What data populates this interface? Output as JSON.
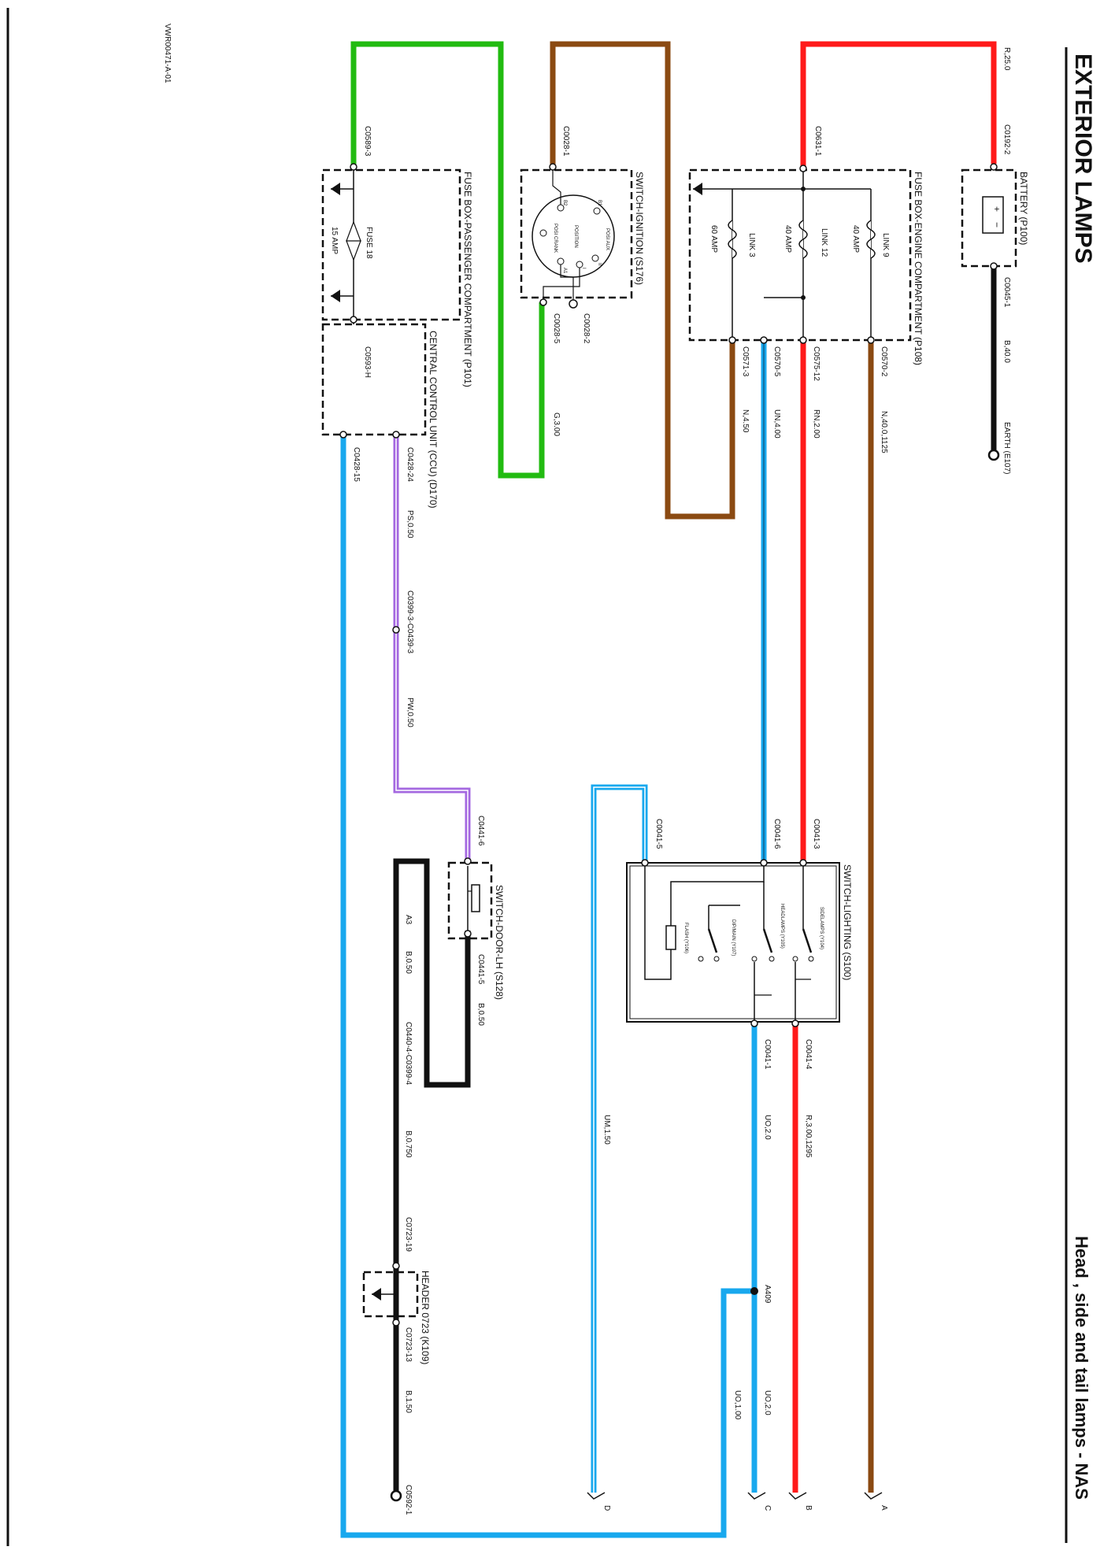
{
  "sheet": {
    "ref_code": "VWR00471-A-01",
    "section_title": "EXTERIOR LAMPS",
    "page_title": "Head , side and tail lamps - NAS"
  },
  "components": {
    "battery": {
      "name": "BATTERY (P100)"
    },
    "fuse_engine": {
      "name": "FUSE BOX-ENGINE COMPARTMENT (P108)",
      "links": [
        {
          "id": "LINK 9",
          "rating": "40 AMP"
        },
        {
          "id": "LINK 12",
          "rating": "40 AMP"
        },
        {
          "id": "LINK 3",
          "rating": "60 AMP"
        }
      ]
    },
    "ignition": {
      "name": "SWITCH-IGNITION (S176)",
      "positions": [
        "POSI AUX",
        "POSITION",
        "POSI CRANK",
        "B1",
        "B2",
        "II",
        "I",
        "A1"
      ]
    },
    "fuse_pass": {
      "name": "FUSE BOX-PASSENGER COMPARTMENT (P101)",
      "fuse": "FUSE 18",
      "rating": "15 AMP"
    },
    "ccu": {
      "name": "CENTRAL CONTROL UNIT (CCU) (D170)"
    },
    "lighting": {
      "name": "SWITCH-LIGHTING (S100)",
      "contacts": [
        "SIDELAMPS (Y104)",
        "HEADLAMPS (Y105)",
        "DIP/MAIN (Y107)",
        "FLASH (Y106)"
      ]
    },
    "door": {
      "name": "SWITCH-DOOR-LH (S128)"
    },
    "header": {
      "name": "HEADER 0723 (K109)"
    },
    "earth": {
      "name": "EARTH (E107)"
    }
  },
  "connectors": {
    "c0192_2": "C0192-2",
    "c0045_1": "C0045-1",
    "c0631_1": "C0631-1",
    "c0570_2": "C0570-2",
    "c0575_12": "C0575-12",
    "c0570_5": "C0570-5",
    "c0571_3": "C0571-3",
    "c0028_1": "C0028-1",
    "c0028_2": "C0028-2",
    "c0028_5": "C0028-5",
    "c0589_3": "C0589-3",
    "c0593_h": "C0593-H",
    "c0428_24": "C0428-24",
    "c0428_15": "C0428-15",
    "c0399_3": "C0399-3-C0439-3",
    "c0041_3": "C0041-3",
    "c0041_6": "C0041-6",
    "c0041_5": "C0041-5",
    "c0041_4": "C0041-4",
    "c0041_1": "C0041-1",
    "c0441_6": "C0441-6",
    "c0441_5": "C0441-5",
    "c0440_4": "C0440-4-C0399-4",
    "c0723_19": "C0723-19",
    "c0723_13": "C0723-13",
    "a409": "A409",
    "a3": "A3",
    "c0592_1": "C0592-1"
  },
  "wires": {
    "r25": "R,25.0",
    "b40": "B,40.0",
    "n40": "N,40.0,1125",
    "rn2": "RN,2.00",
    "un40": "UN,4.00",
    "n45": "N,4.50",
    "g3": "G,3.00",
    "ps": "PS,0.50",
    "pw": "PW,0.50",
    "b05_door": "B,0.50",
    "b05_a3": "B,0.50",
    "b075": "B,0.750",
    "b15": "B,1.50",
    "um15": "UM,1.50",
    "uo2_a": "UO,2.0",
    "uo2_b": "UO,2.0",
    "uo1": "UO,1.00",
    "r3": "R,3.00,1295"
  },
  "terminals": {
    "a": "A",
    "b": "B",
    "c": "C",
    "d": "D"
  },
  "colors": {
    "red": "#ff1a1a",
    "green": "#22bb11",
    "brown": "#8b4a12",
    "blue": "#18a8ee",
    "purple": "#a468e0",
    "black": "#111111"
  }
}
